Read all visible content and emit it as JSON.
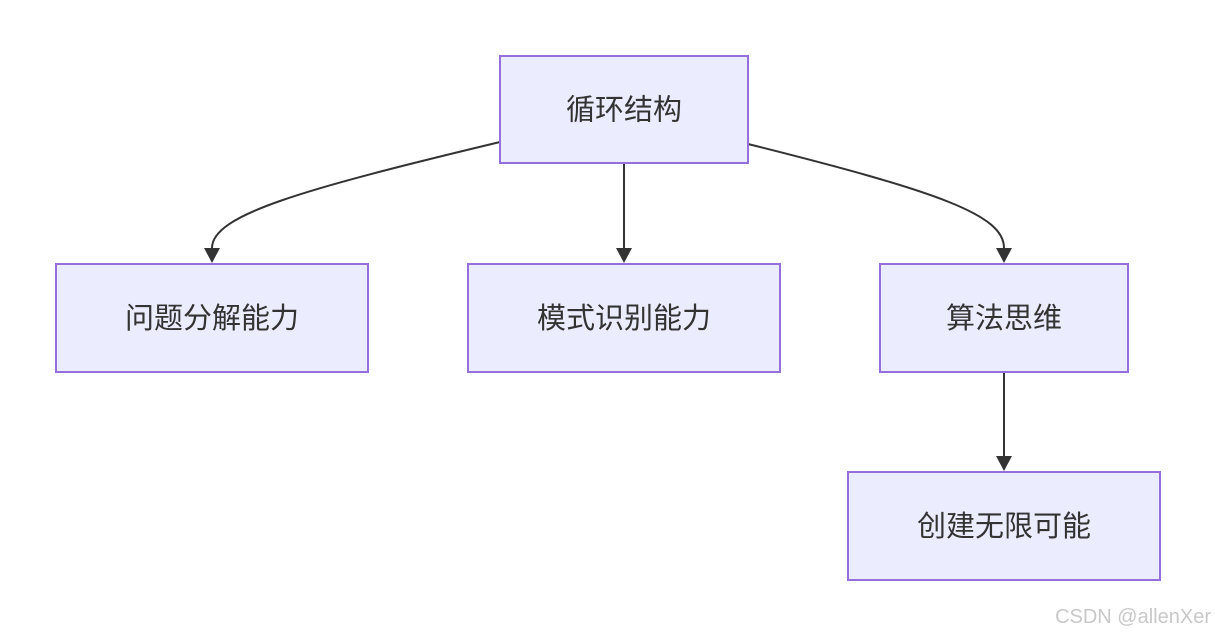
{
  "diagram": {
    "nodes": {
      "root": "循环结构",
      "problem_decomposition": "问题分解能力",
      "pattern_recognition": "模式识别能力",
      "algorithmic_thinking": "算法思维",
      "infinite_possibilities": "创建无限可能"
    },
    "edges": [
      {
        "from": "root",
        "to": "problem_decomposition"
      },
      {
        "from": "root",
        "to": "pattern_recognition"
      },
      {
        "from": "root",
        "to": "algorithmic_thinking"
      },
      {
        "from": "algorithmic_thinking",
        "to": "infinite_possibilities"
      }
    ],
    "colors": {
      "node_fill": "#ECECFF",
      "node_stroke": "#9370DB",
      "edge": "#333333",
      "text": "#333333"
    }
  },
  "watermark": "CSDN @allenXer"
}
